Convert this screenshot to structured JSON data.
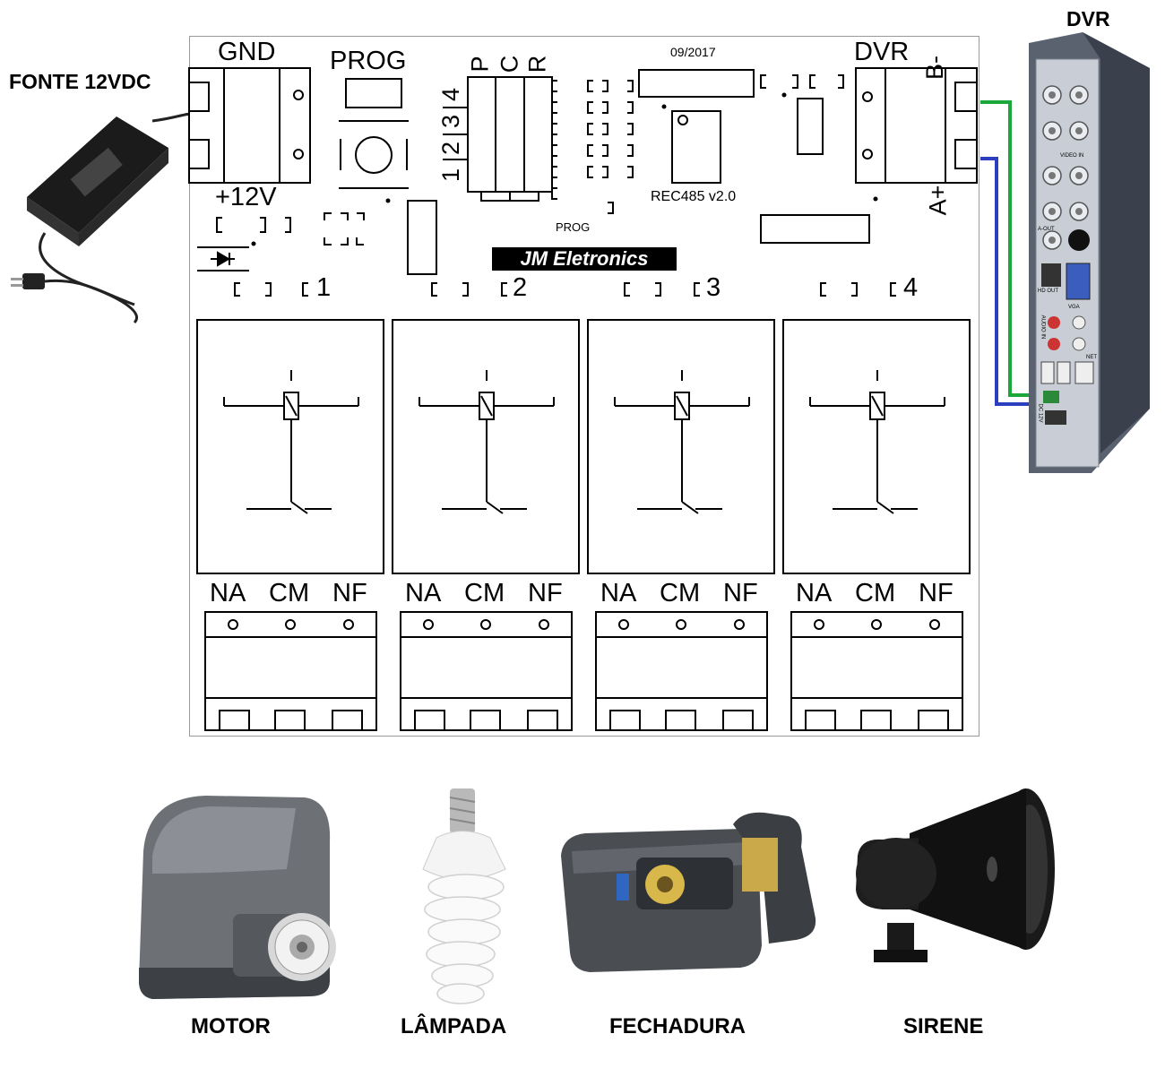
{
  "left_labels": {
    "power_supply": "FONTE 12VDC"
  },
  "right_labels": {
    "dvr": "DVR"
  },
  "board": {
    "gnd": "GND",
    "v12": "+12V",
    "prog_top": "PROG",
    "prog_bottom": "PROG",
    "pcr": [
      "P",
      "C",
      "R"
    ],
    "addr": [
      "1",
      "2",
      "3",
      "4"
    ],
    "date": "09/2017",
    "dvr": "DVR",
    "b_minus": "B-",
    "a_plus": "A+",
    "model": "REC485 v2.0",
    "brand": "JM Eletronics",
    "relay_numbers": [
      "1",
      "2",
      "3",
      "4"
    ],
    "terminals": [
      "NA",
      "CM",
      "NF"
    ]
  },
  "dvr_panel": {
    "video_in": "VIDEO IN",
    "a_out": "A-OUT",
    "hd_out": "HD OUT",
    "vga": "VGA",
    "audio_in": "AUDIO IN",
    "dc12v": "DC 12V",
    "net": "NET"
  },
  "devices": [
    {
      "label": "MOTOR"
    },
    {
      "label": "LÂMPADA"
    },
    {
      "label": "FECHADURA"
    },
    {
      "label": "SIRENE"
    }
  ],
  "wire_colors": {
    "green": "#1aa83a",
    "blue": "#2b3fbf"
  }
}
